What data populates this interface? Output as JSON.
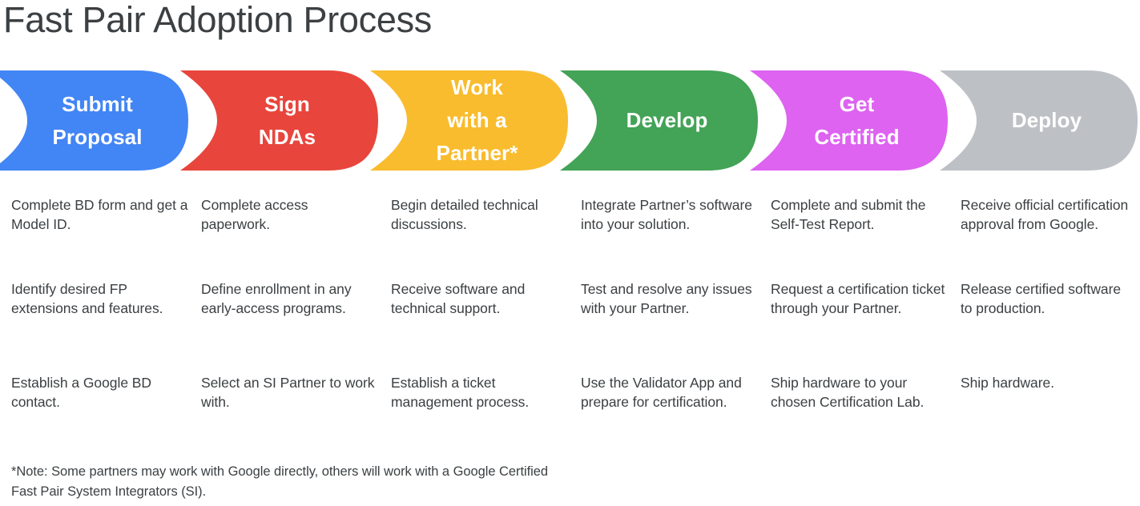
{
  "page": {
    "title": "Fast Pair Adoption Process",
    "background": "#ffffff",
    "text_color": "#3c4043"
  },
  "stages": [
    {
      "id": "submit-proposal",
      "label": "Submit\nProposal",
      "color": "#4285f4",
      "label_color": "#ffffff"
    },
    {
      "id": "sign-ndas",
      "label": "Sign\nNDAs",
      "color": "#e8453c",
      "label_color": "#ffffff"
    },
    {
      "id": "work-with-a-partner",
      "label": "Work\nwith a\nPartner*",
      "color": "#f9bc2e",
      "label_color": "#ffffff"
    },
    {
      "id": "develop",
      "label": "Develop",
      "color": "#43a356",
      "label_color": "#ffffff"
    },
    {
      "id": "get-certified",
      "label": "Get\nCertified",
      "color": "#dd63f0",
      "label_color": "#ffffff"
    },
    {
      "id": "deploy",
      "label": "Deploy",
      "color": "#bdc1c6",
      "label_color": "#ffffff"
    }
  ],
  "columns": [
    {
      "stage": "Submit Proposal",
      "items": [
        "Complete BD form and get a Model ID.",
        "Identify desired FP extensions and features.",
        "Establish a Google BD contact."
      ]
    },
    {
      "stage": "Sign NDAs",
      "items": [
        "Complete access paperwork.",
        "Define enrollment in any early-access programs.",
        "Select an SI Partner to work with."
      ]
    },
    {
      "stage": "Work with a Partner*",
      "items": [
        "Begin detailed technical discussions.",
        "Receive software and technical support.",
        "Establish a ticket management process."
      ]
    },
    {
      "stage": "Develop",
      "items": [
        "Integrate Partner’s software into your solution.",
        "Test and resolve any issues with your Partner.",
        "Use the Validator App and prepare for certification."
      ]
    },
    {
      "stage": "Get Certified",
      "items": [
        "Complete and submit the Self-Test Report.",
        "Request a certification ticket through your Partner.",
        "Ship hardware to your chosen Certification Lab."
      ]
    },
    {
      "stage": "Deploy",
      "items": [
        "Receive official certification approval from Google.",
        "Release certified software to production.",
        "Ship hardware."
      ]
    }
  ],
  "footnote": "*Note: Some partners may work with Google directly, others will work with a Google Certified Fast Pair System Integrators (SI)."
}
